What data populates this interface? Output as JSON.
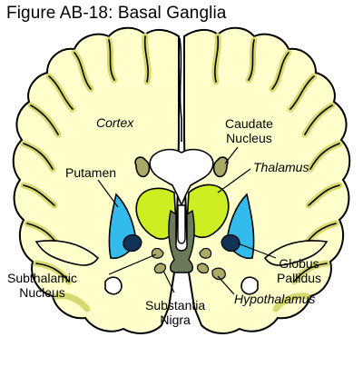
{
  "figure": {
    "title": "Figure AB-18: Basal Ganglia"
  },
  "labels": {
    "cortex": "Cortex",
    "caudate": [
      "Caudate",
      "Nucleus"
    ],
    "thalamus": "Thalamus",
    "putamen": "Putamen",
    "globus_pallidus": [
      "Globus",
      "Pallidus"
    ],
    "subthalamic": [
      "Subthalamic",
      "Nucleus"
    ],
    "substantia_nigra": [
      "Substantia",
      "Nigra"
    ],
    "hypothalamus": "Hypothalamus"
  },
  "colors": {
    "background": "#ffffff",
    "brain_fill": "#ffffcc",
    "brain_outline": "#000000",
    "sulcus_band": "#e6e680",
    "putamen": "#33bbee",
    "globus_pallidus": "#113355",
    "thalamus": "#ccee22",
    "caudate": "#aaaa66",
    "ventricle": "#ffffff",
    "brainstem": "#6a7a5a"
  }
}
